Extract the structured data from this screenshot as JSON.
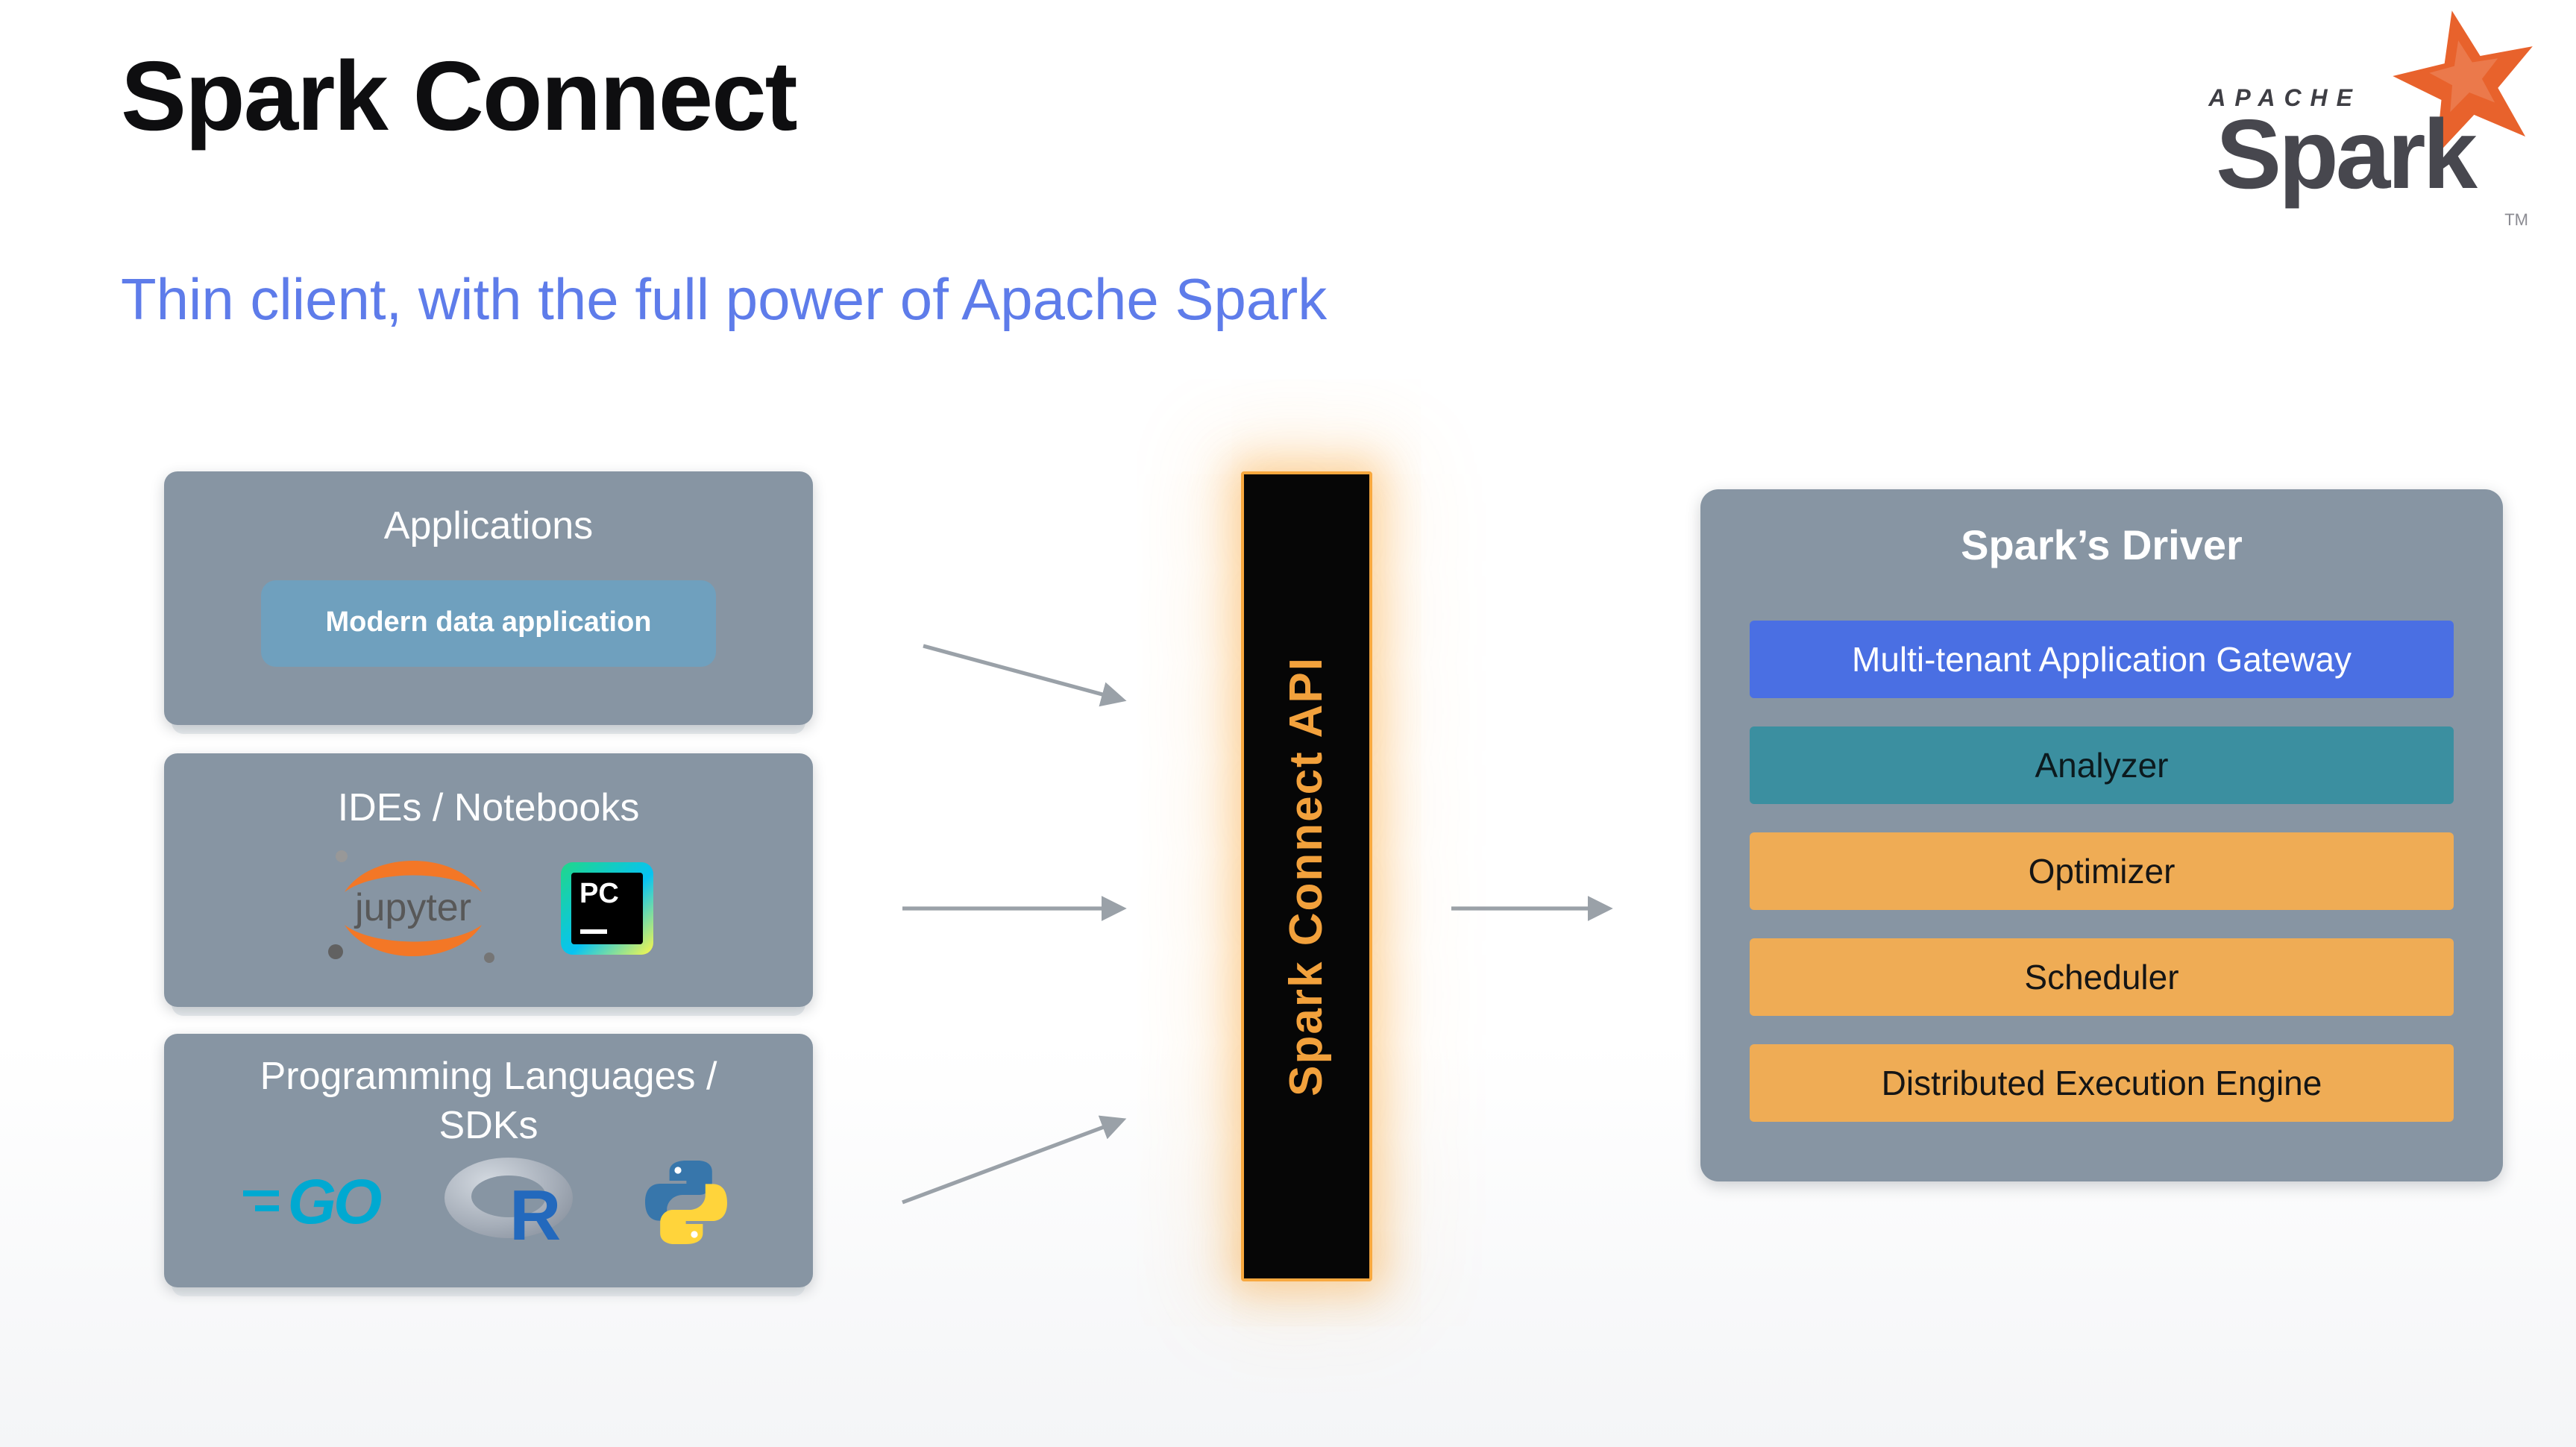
{
  "slide": {
    "title": "Spark Connect",
    "subtitle": "Thin client, with the full power of Apache Spark"
  },
  "logo": {
    "apache": "APACHE",
    "spark": "Spark",
    "tm": "TM",
    "star_color": "#e8622c"
  },
  "boxes": {
    "applications": {
      "title": "Applications",
      "button_label": "Modern data application",
      "button_color": "#6fa0be"
    },
    "ides": {
      "title": "IDEs / Notebooks",
      "jupyter_label": "jupyter",
      "pycharm_label": "PC"
    },
    "languages": {
      "title": "Programming Languages / SDKs",
      "go_label": "GO",
      "r_label": "R"
    }
  },
  "connector": {
    "label": "Spark Connect API",
    "text_color": "#f2a13c",
    "glow_color": "#f8a83e",
    "fill_color": "#060606"
  },
  "driver": {
    "title": "Spark’s Driver",
    "bars": [
      {
        "label": "Multi-tenant Application Gateway",
        "color": "#4a6fe3",
        "text_color": "#ffffff"
      },
      {
        "label": "Analyzer",
        "color": "#3b8fa0",
        "text_color": "#0c1a1e"
      },
      {
        "label": "Optimizer",
        "color": "#efac55",
        "text_color": "#151515"
      },
      {
        "label": "Scheduler",
        "color": "#efac55",
        "text_color": "#151515"
      },
      {
        "label": "Distributed Execution Engine",
        "color": "#efac55",
        "text_color": "#151515"
      }
    ]
  },
  "colors": {
    "panel_gray": "#8795a3",
    "subtitle_blue": "#5e7cea",
    "arrow_gray": "#9aa1a8",
    "jupyter_orange": "#f37726",
    "go_cyan": "#00a9d1",
    "r_blue": "#2369bd",
    "python_blue": "#3776ab",
    "python_yellow": "#ffd43b"
  }
}
